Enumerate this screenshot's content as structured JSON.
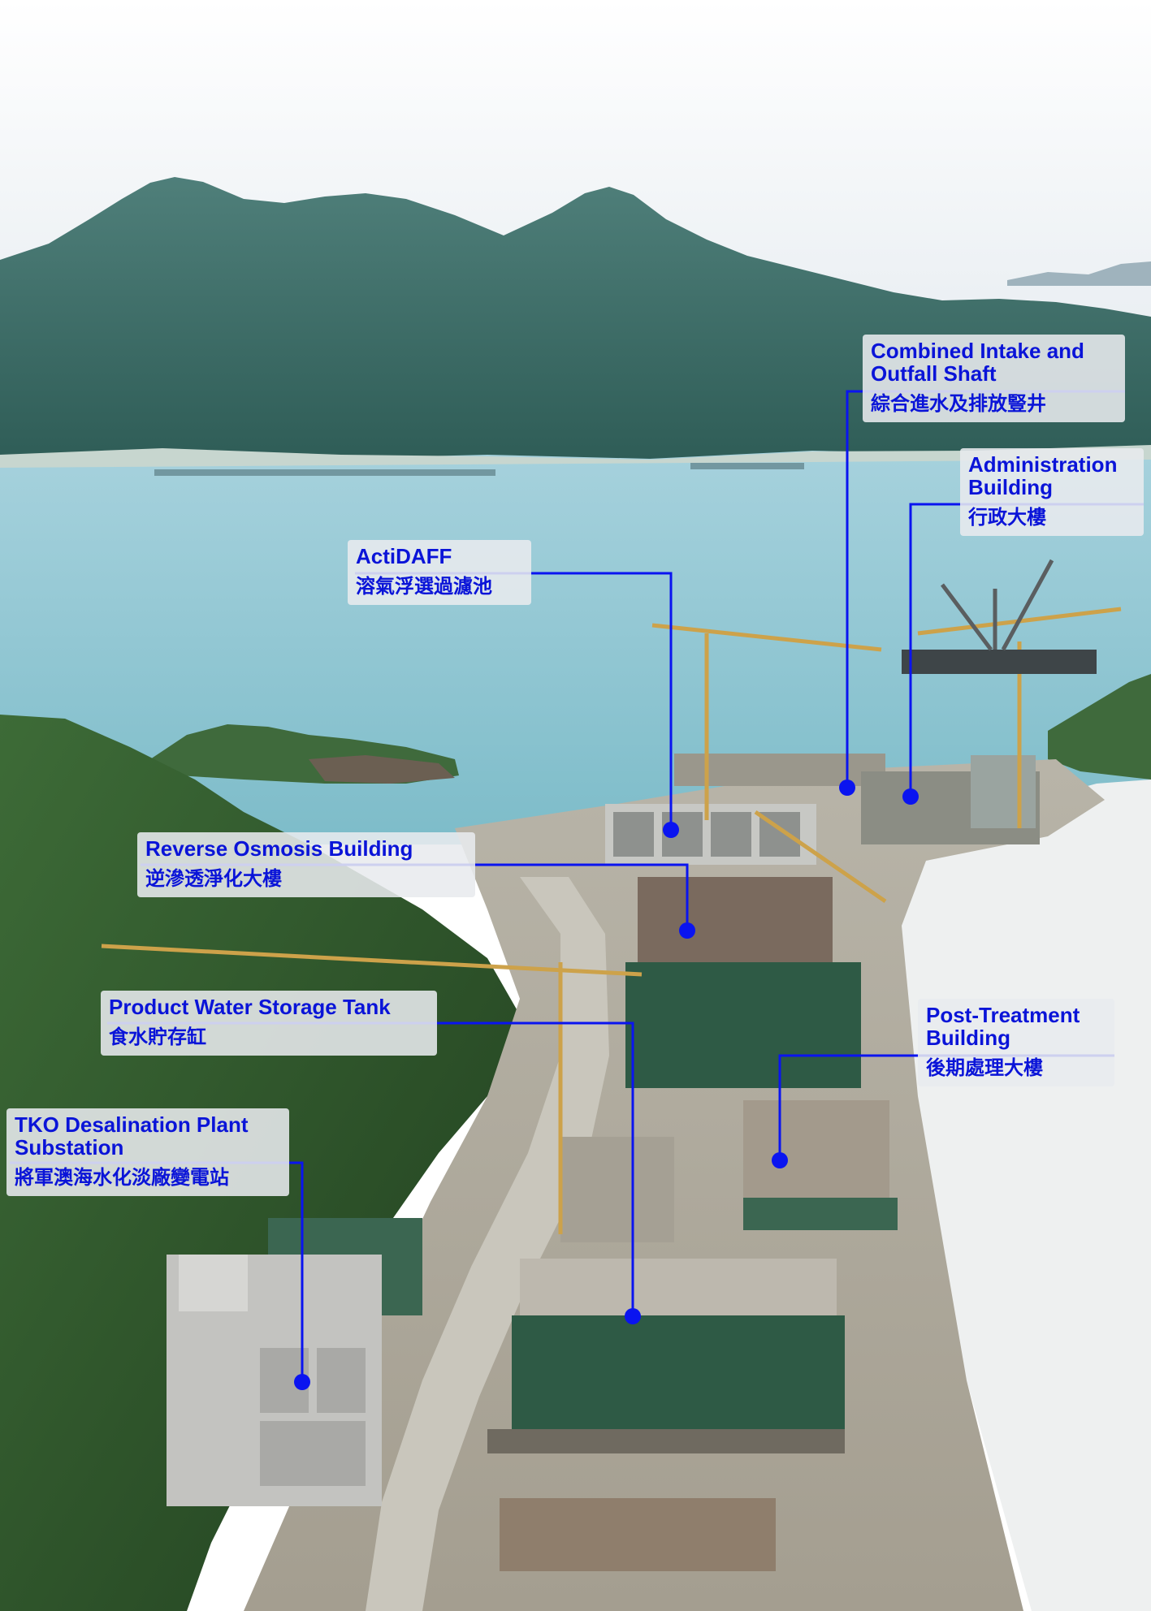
{
  "labels": {
    "intake_shaft": {
      "en": "Combined Intake and\nOutfall Shaft",
      "zh": "綜合進水及排放豎井"
    },
    "admin_building": {
      "en": "Administration\nBuilding",
      "zh": "行政大樓"
    },
    "actidaff": {
      "en": "ActiDAFF",
      "zh": "溶氣浮選過濾池"
    },
    "reverse_osmosis": {
      "en": "Reverse Osmosis Building",
      "zh": "逆滲透淨化大樓"
    },
    "product_water": {
      "en": "Product Water Storage Tank",
      "zh": "食水貯存缸"
    },
    "post_treatment": {
      "en": "Post-Treatment\nBuilding",
      "zh": "後期處理大樓"
    },
    "substation": {
      "en": "TKO Desalination Plant\nSubstation",
      "zh": "將軍澳海水化淡廠變電站"
    }
  },
  "colors": {
    "callout": "#0a14f0",
    "sky": "#f4f7fa",
    "sea": "#8fc7d4",
    "mountain": "#3e6e68",
    "forest": "#2f5a2c",
    "reclaimed_land": "#eef0f0"
  }
}
